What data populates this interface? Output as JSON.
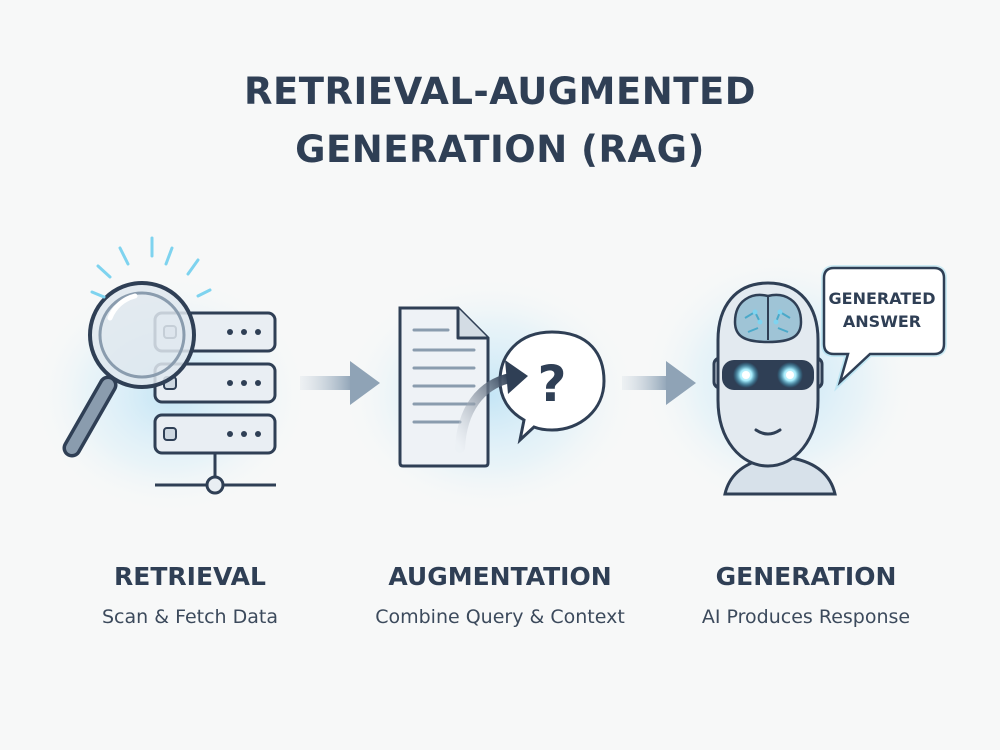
{
  "title_line1": "RETRIEVAL-AUGMENTED",
  "title_line2": "GENERATION (RAG)",
  "stages": [
    {
      "label": "RETRIEVAL",
      "subtitle": "Scan & Fetch Data",
      "icon": "magnifier-database-icon"
    },
    {
      "label": "AUGMENTATION",
      "subtitle": "Combine Query & Context",
      "icon": "document-question-icon"
    },
    {
      "label": "GENERATION",
      "subtitle": "AI Produces Response",
      "icon": "ai-head-icon"
    }
  ],
  "answer_bubble": {
    "line1": "GENERATED",
    "line2": "ANSWER"
  },
  "colors": {
    "ink": "#2f3f55",
    "glow": "#bfe3f5",
    "fill": "#e9eef3",
    "accent": "#7ed3ef"
  }
}
